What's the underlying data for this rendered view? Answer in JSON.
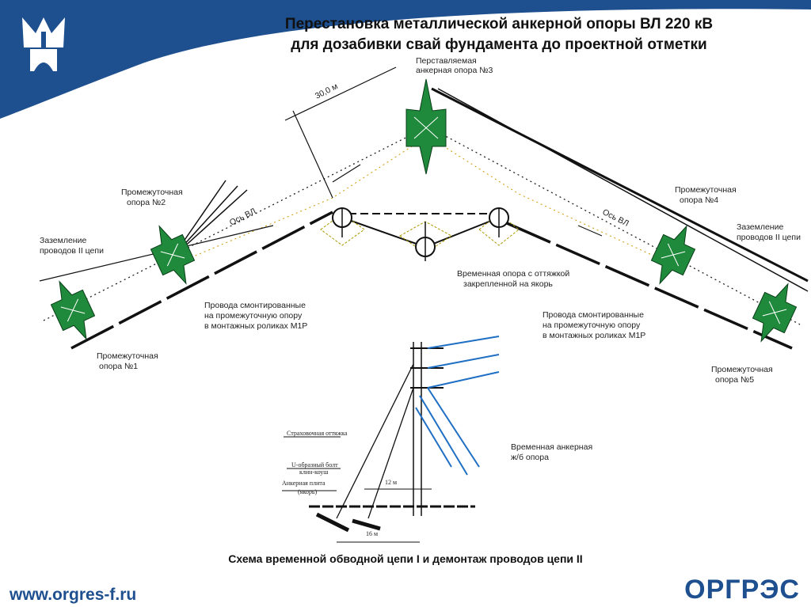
{
  "title": {
    "line1": "Перестановка металлической анкерной опоры ВЛ 220 кВ",
    "line2": "для  дозабивки свай фундамента до проектной отметки"
  },
  "labels": {
    "moved_support_1": "Перставляемая",
    "moved_support_2": "анкерная опора №3",
    "distance": "30,0 м",
    "int2_1": "Промежуточная",
    "int2_2": "опора №2",
    "int4_1": "Промежуточная",
    "int4_2": "опора №4",
    "int1_1": "Промежуточная",
    "int1_2": "опора №1",
    "int5_1": "Промежуточная",
    "int5_2": "опора №5",
    "axis_left": "Ось ВЛ",
    "axis_right": "Ось ВЛ",
    "ground_left_1": "Заземление",
    "ground_left_2": "проводов II  цепи",
    "ground_right_1": "Заземление",
    "ground_right_2": "проводов II  цепи",
    "temp_support_1": "Временная опора с оттяжкой",
    "temp_support_2": "закрепленной на якорь",
    "wires_left_1": "Провода смонтированные",
    "wires_left_2": "на промежуточную опору",
    "wires_left_3": "в монтажных роликах М1Р",
    "wires_right_1": "Провода смонтированные",
    "wires_right_2": "на промежуточную опору",
    "wires_right_3": "в монтажных роликах М1Р",
    "temp_anchor_1": "Временная анкерная",
    "temp_anchor_2": "ж/б опора",
    "guy": "Страховочная оттяжка",
    "bolt_1": "U-образный болт",
    "bolt_2": "клин-коуш",
    "plate_1": "Анкерная плита",
    "plate_2": "(якорь)",
    "h12": "12 м",
    "d16": "16 м"
  },
  "caption": "Схема временной обводной цепи I и демонтаж проводов цепи II",
  "footer": {
    "url": "www.orgres-f.ru",
    "brand": "ОРГРЭС"
  },
  "colors": {
    "brand_blue": "#1e4f8f",
    "support_green": "#1f8a3c",
    "wire_blue": "#1f6fc4"
  }
}
